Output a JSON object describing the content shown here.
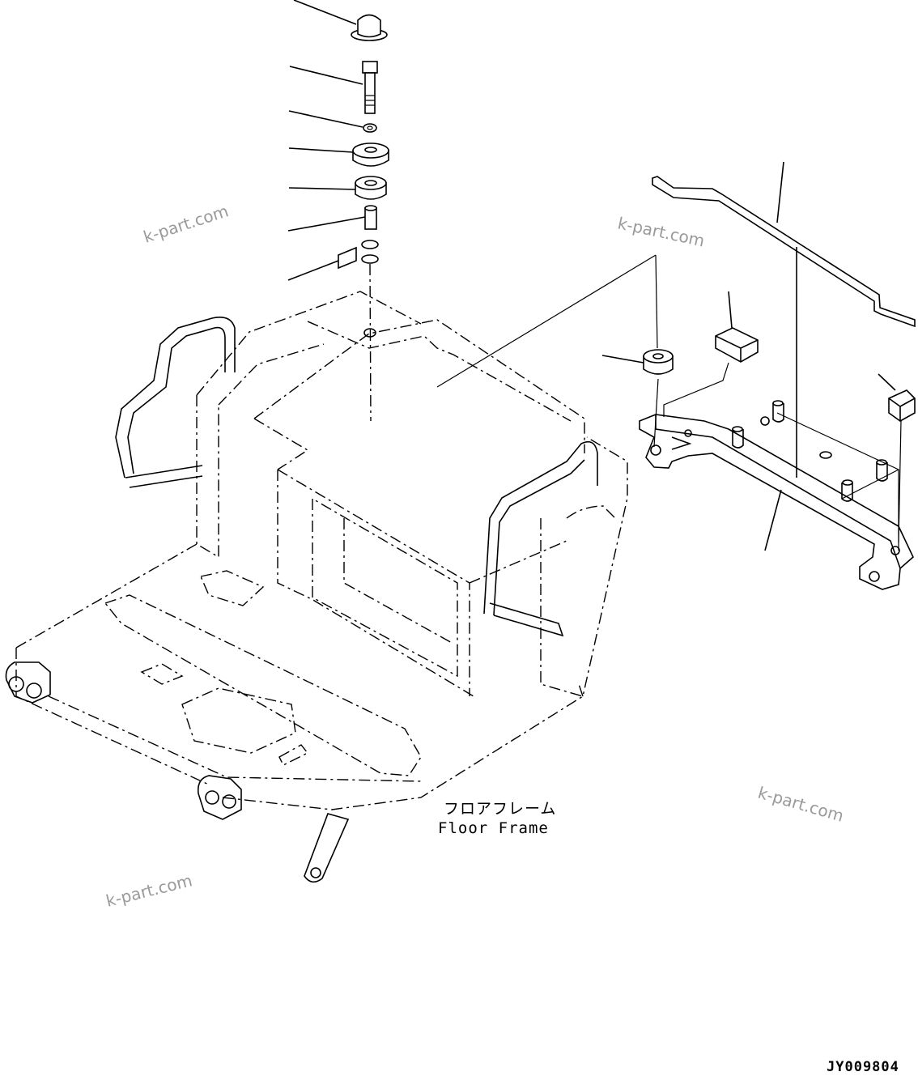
{
  "labels": {
    "floor_frame_jp": "フロアフレーム",
    "floor_frame_en": "Floor Frame",
    "drawing_code": "JY009804"
  },
  "watermarks": [
    "k-part.com",
    "k-part.com",
    "k-part.com",
    "k-part.com"
  ]
}
